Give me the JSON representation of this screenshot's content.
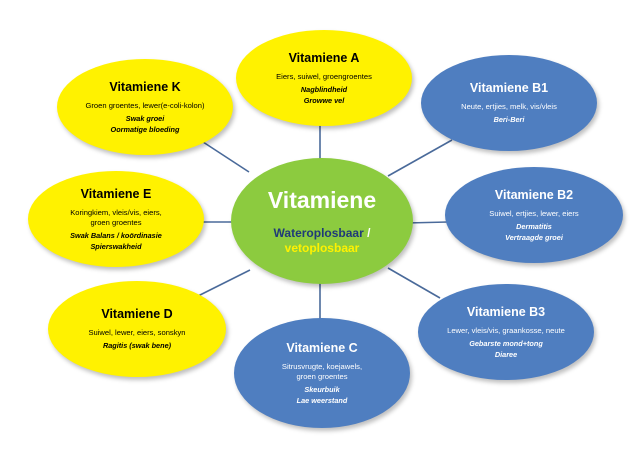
{
  "center": {
    "title": "Vitamiene",
    "water": "Wateroplosbaar",
    "separator": " /",
    "fat": "vetoplosbaar"
  },
  "nodes": [
    {
      "id": "a",
      "color": "yellow",
      "title": "Vitamiene A",
      "foods": [
        "Eiers, suiwel, groengroentes"
      ],
      "diseases": [
        "Nagblindheid",
        "Growwe vel"
      ]
    },
    {
      "id": "b1",
      "color": "blue",
      "title": "Vitamiene B1",
      "foods": [
        "Neute, ertjies, melk, vis/vleis"
      ],
      "diseases": [
        "Beri-Beri"
      ]
    },
    {
      "id": "b2",
      "color": "blue",
      "title": "Vitamiene B2",
      "foods": [
        "Suiwel, ertjies, lewer, eiers"
      ],
      "diseases": [
        "Dermatitis",
        "Vertraagde groei"
      ]
    },
    {
      "id": "b3",
      "color": "blue",
      "title": "Vitamiene B3",
      "foods": [
        "Lewer, vleis/vis, graankosse, neute"
      ],
      "diseases": [
        "Gebarste mond+tong",
        "Diaree"
      ]
    },
    {
      "id": "c",
      "color": "blue",
      "title": "Vitamiene C",
      "foods": [
        "Sitrusvrugte, koejawels,",
        "groen groentes"
      ],
      "diseases": [
        "Skeurbuik",
        "Lae weerstand"
      ]
    },
    {
      "id": "d",
      "color": "yellow",
      "title": "Vitamiene D",
      "foods": [
        "Suiwel, lewer, eiers, sonskyn"
      ],
      "diseases": [
        "Ragitis (swak bene)"
      ]
    },
    {
      "id": "e",
      "color": "yellow",
      "title": "Vitamiene E",
      "foods": [
        "Koringkiem, vleis/vis, eiers,",
        "groen groentes"
      ],
      "diseases": [
        "Swak Balans / koördinasie",
        "Spierswakheid"
      ]
    },
    {
      "id": "k",
      "color": "yellow",
      "title": "Vitamiene K",
      "foods": [
        "Groen groentes, lewer(e-coli-kolon)"
      ],
      "diseases": [
        "Swak groei",
        "Oormatige bloeding"
      ]
    }
  ],
  "colors": {
    "center": "#8ccb3f",
    "fat_soluble": "#fff200",
    "water_soluble": "#4f7ec0",
    "connector": "#4a6a9a"
  }
}
